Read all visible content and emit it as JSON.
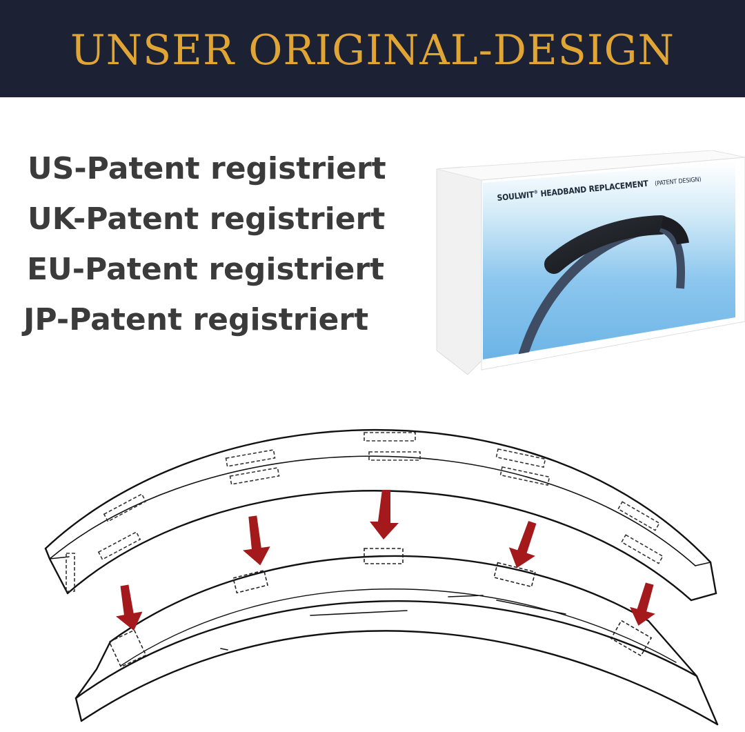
{
  "banner": {
    "title": "UNSER ORIGINAL-DESIGN"
  },
  "patents": [
    "US-Patent registriert",
    "UK-Patent registriert",
    "EU-Patent registriert",
    "JP-Patent registriert"
  ],
  "product_box": {
    "brand": "SOULWIT",
    "registered_mark": "®",
    "product": "HEADBAND REPLACEMENT",
    "note": "(PATENT DESIGN)"
  },
  "colors": {
    "banner_bg": "#1c2233",
    "banner_text": "#e0a535",
    "arrow": "#a3191c",
    "text": "#3b3b3b"
  },
  "icons": [
    "down-arrow-icon"
  ]
}
